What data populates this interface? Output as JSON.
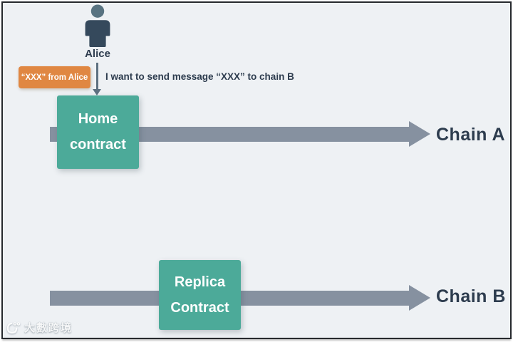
{
  "canvas": {
    "background": "#eef1f4",
    "border_color": "#26292d"
  },
  "actor": {
    "label": "Alice",
    "icon_head_color": "#587381",
    "icon_body_color": "#35495c"
  },
  "tag": {
    "label": "“XXX” from Alice",
    "background": "#e08742",
    "text_color": "#ffffff"
  },
  "message": {
    "label": "I want to send message “XXX” to chain B",
    "text_color": "#2d3c4e"
  },
  "nodes": {
    "home": {
      "line1": "Home",
      "line2": "contract",
      "background": "#4caa99",
      "text_color": "#ffffff"
    },
    "replica": {
      "line1": "Replica",
      "line2": "Contract",
      "background": "#4caa99",
      "text_color": "#ffffff"
    }
  },
  "chains": {
    "a": {
      "label": "Chain A"
    },
    "b": {
      "label": "Chain B"
    }
  },
  "arrows": {
    "horizontal_color": "#8691a0",
    "vertical_color": "#5d7080"
  },
  "watermark": {
    "text": "大數跨境"
  }
}
